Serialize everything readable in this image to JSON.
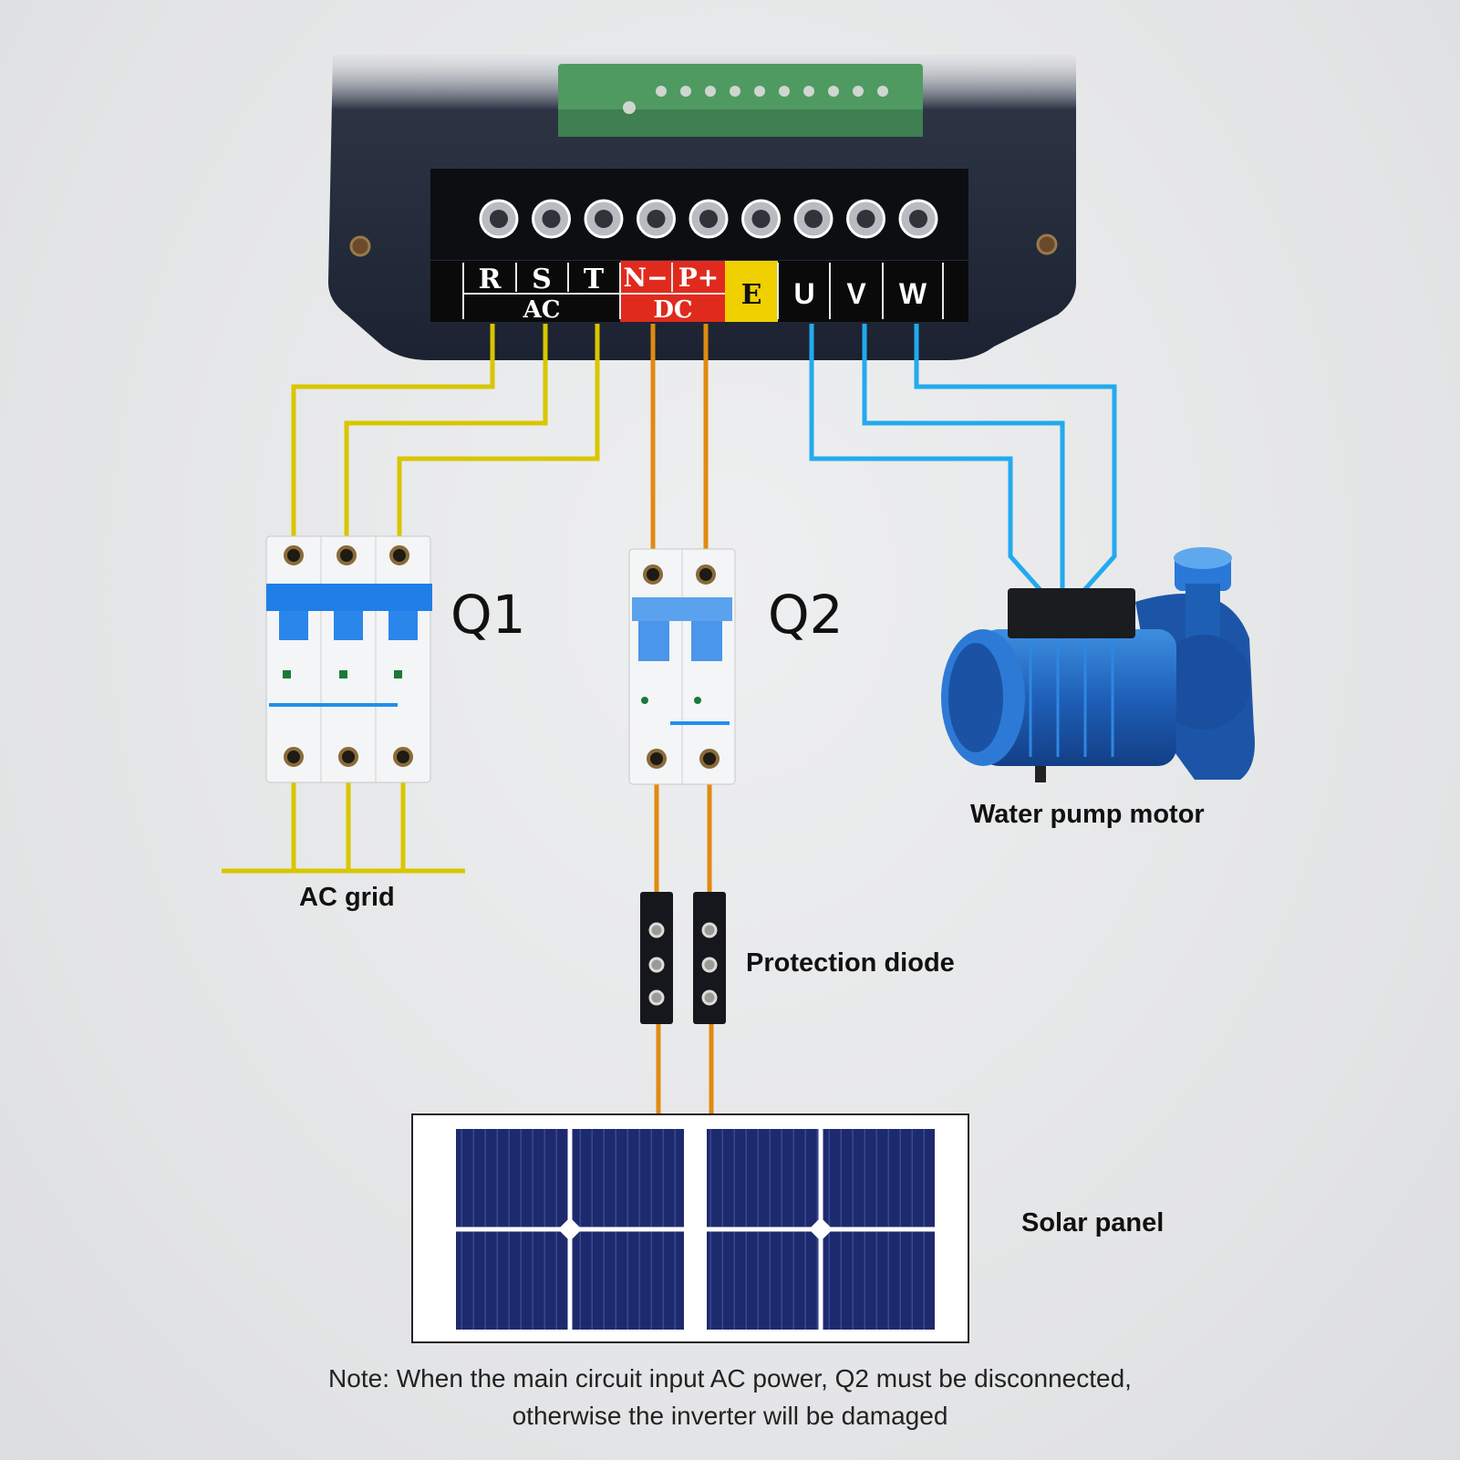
{
  "inverter": {
    "terminals": {
      "R": "R",
      "S": "S",
      "T": "T",
      "N": "N−",
      "P": "P+",
      "E": "E",
      "U": "U",
      "V": "V",
      "W": "W"
    },
    "groups": {
      "ac": "AC",
      "dc": "DC"
    }
  },
  "breakers": {
    "q1": "Q1",
    "q2": "Q2"
  },
  "labels": {
    "ac_grid": "AC grid",
    "protection_diode": "Protection diode",
    "water_pump": "Water pump motor",
    "solar_panel": "Solar panel"
  },
  "note": {
    "line1": "Note: When the main circuit input AC power, Q2 must be disconnected,",
    "line2": "otherwise the inverter will be damaged"
  },
  "colors": {
    "ac_wire": "#d8c600",
    "dc_wire": "#e08a10",
    "motor_wire": "#22aaee",
    "dc_label": "#e02a1e",
    "earth_label": "#f0d000",
    "breaker_blue": "#1f7ee8",
    "solar_cell": "#1e2a6e"
  }
}
